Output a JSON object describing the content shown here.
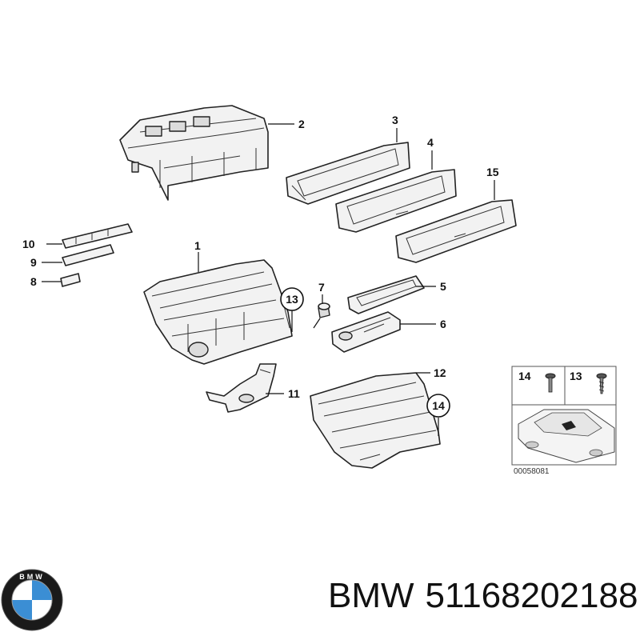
{
  "callouts": {
    "c1": "1",
    "c2": "2",
    "c3": "3",
    "c4": "4",
    "c5": "5",
    "c6": "6",
    "c7": "7",
    "c8": "8",
    "c9": "9",
    "c10": "10",
    "c11": "11",
    "c12": "12",
    "c13": "13",
    "c14": "14",
    "c15": "15"
  },
  "inset": {
    "screw_a_label": "14",
    "screw_b_label": "13",
    "diagram_code": "00058081"
  },
  "footer": {
    "brand": "BMW",
    "part_number": "51168202188"
  },
  "logo": {
    "text": "BMW"
  }
}
